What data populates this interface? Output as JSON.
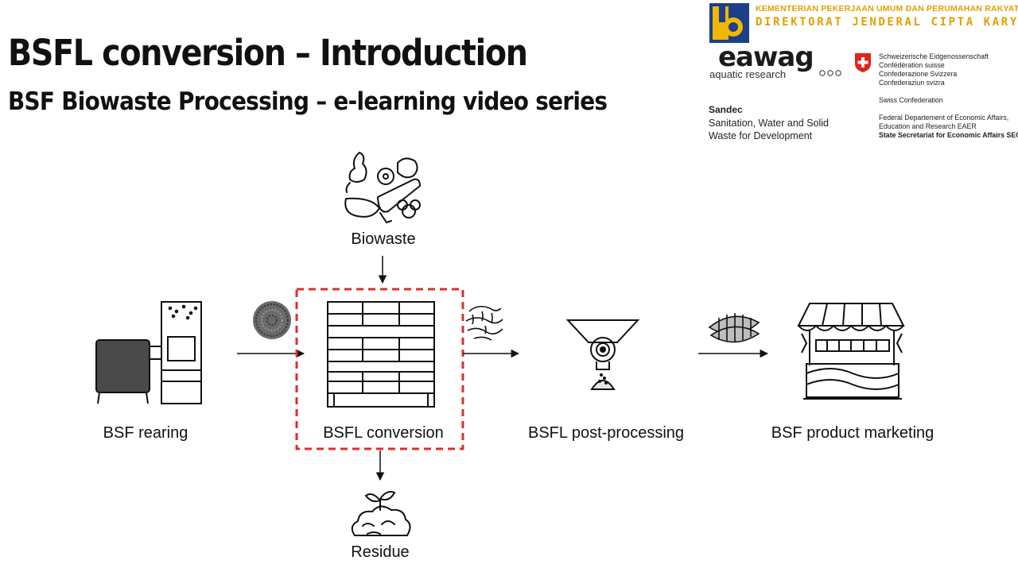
{
  "header": {
    "title": "BSFL conversion – Introduction",
    "subtitle": "BSF Biowaste Processing – e-learning video series"
  },
  "logos": {
    "pupr_line1": "KEMENTERIAN PEKERJAAN UMUM DAN PERUMAHAN RAKYAT",
    "pupr_line2": "DIREKTORAT JENDERAL CIPTA KARYA",
    "eawag_word": "eawag",
    "eawag_tagline": "aquatic research",
    "sandec_name": "Sandec",
    "sandec_description": "Sanitation, Water and Solid Waste for Development",
    "swiss_lines": [
      "Schweizerische Eidgenossenschaft",
      "Confédération suisse",
      "Confederazione Svizzera",
      "Confederaziun svizra"
    ],
    "swiss_confederation": "Swiss Confederation",
    "seco_lines": [
      "Federal Departement of Economic Affairs,",
      "Education and Research EAER"
    ],
    "seco_name": "State Secretariat for Economic Affairs SECO"
  },
  "diagram": {
    "input": {
      "label": "Biowaste",
      "icon": "biowaste-icon"
    },
    "output": {
      "label": "Residue",
      "icon": "residue-icon"
    },
    "stages": [
      {
        "label": "BSF rearing",
        "icon": "rearing-unit-icon"
      },
      {
        "label": "BSFL conversion",
        "icon": "conversion-shelves-icon",
        "highlighted": true
      },
      {
        "label": "BSFL post-processing",
        "icon": "funnel-processing-icon"
      },
      {
        "label": "BSF product marketing",
        "icon": "market-stall-icon"
      }
    ],
    "transfers": [
      "eggs-icon",
      "larvae-icon",
      "processed-larvae-icon"
    ],
    "highlight_color": "#d9302c"
  }
}
